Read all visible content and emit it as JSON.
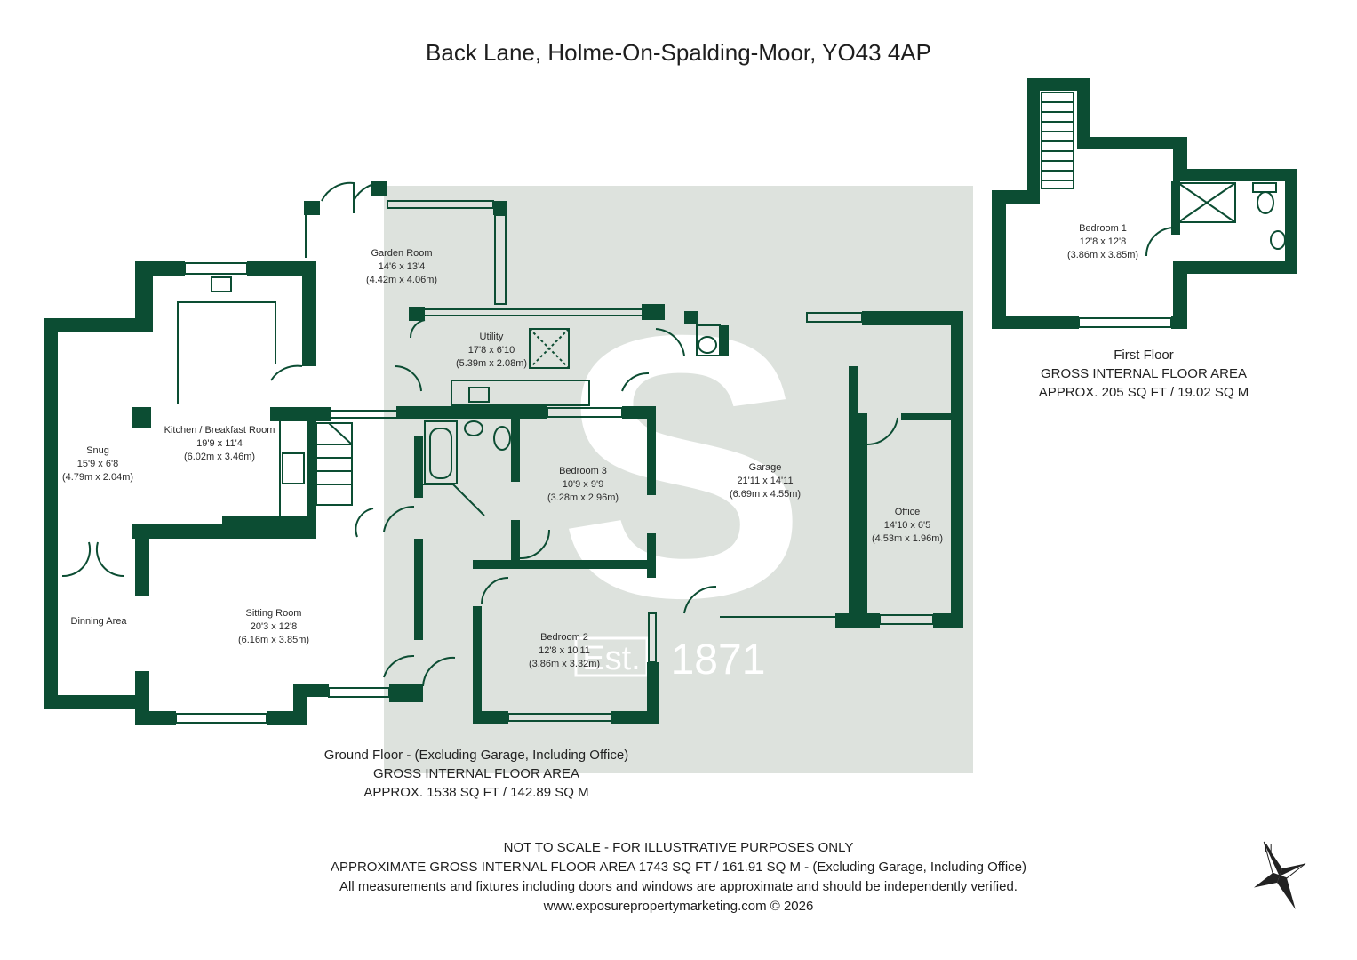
{
  "title": "Back Lane, Holme-On-Spalding-Moor, YO43 4AP",
  "colors": {
    "wall": "#0c4d33",
    "watermark": "#dde2dd",
    "text": "#222222"
  },
  "watermark": {
    "letter": "S",
    "est": "Est.",
    "year": "1871"
  },
  "rooms": {
    "garden_room": {
      "name": "Garden Room",
      "imperial": "14'6 x 13'4",
      "metric": "(4.42m x 4.06m)"
    },
    "utility": {
      "name": "Utility",
      "imperial": "17'8 x 6'10",
      "metric": "(5.39m x 2.08m)"
    },
    "kitchen": {
      "name": "Kitchen / Breakfast Room",
      "imperial": "19'9 x 11'4",
      "metric": "(6.02m x 3.46m)"
    },
    "snug": {
      "name": "Snug",
      "imperial": "15'9 x 6'8",
      "metric": "(4.79m x 2.04m)"
    },
    "bedroom3": {
      "name": "Bedroom 3",
      "imperial": "10'9 x 9'9",
      "metric": "(3.28m x 2.96m)"
    },
    "garage": {
      "name": "Garage",
      "imperial": "21'11 x 14'11",
      "metric": "(6.69m x 4.55m)"
    },
    "office": {
      "name": "Office",
      "imperial": "14'10 x 6'5",
      "metric": "(4.53m x 1.96m)"
    },
    "dining": {
      "name": "Dinning Area"
    },
    "sitting": {
      "name": "Sitting Room",
      "imperial": "20'3 x 12'8",
      "metric": "(6.16m x 3.85m)"
    },
    "bedroom2": {
      "name": "Bedroom 2",
      "imperial": "12'8 x 10'11",
      "metric": "(3.86m x 3.32m)"
    },
    "bedroom1": {
      "name": "Bedroom 1",
      "imperial": "12'8 x 12'8",
      "metric": "(3.86m x 3.85m)"
    }
  },
  "first_floor": {
    "label": "First Floor",
    "area_title": "GROSS INTERNAL FLOOR AREA",
    "area_value": "APPROX. 205 SQ FT / 19.02 SQ M"
  },
  "ground_floor": {
    "label": "Ground Floor - (Excluding Garage, Including Office)",
    "area_title": "GROSS INTERNAL FLOOR AREA",
    "area_value": "APPROX. 1538 SQ FT / 142.89 SQ M"
  },
  "footer": {
    "line1": "NOT TO SCALE - FOR ILLUSTRATIVE PURPOSES ONLY",
    "line2": "APPROXIMATE GROSS INTERNAL FLOOR AREA 1743 SQ FT / 161.91 SQ M - (Excluding Garage, Including Office)",
    "line3": "All measurements and fixtures including doors and windows are approximate and should be independently verified.",
    "line4": "www.exposurepropertymarketing.com © 2026"
  },
  "compass": {
    "north_label": "N",
    "icon": "compass-rose-icon"
  }
}
